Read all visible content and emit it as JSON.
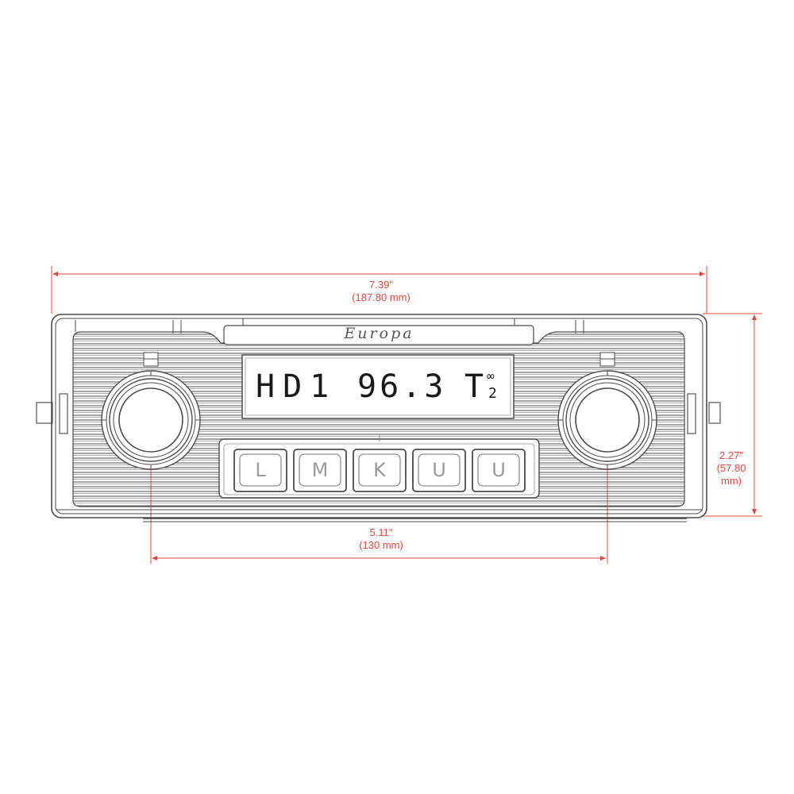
{
  "diagram": {
    "title": "Car radio front view dimension drawing",
    "colors": {
      "dimension_line": "#e0473f",
      "outline": "#4a4a4a",
      "background": "#ffffff",
      "lcd_text": "#1a1a1a"
    },
    "brand_logo": "Europa",
    "display": {
      "band": "HD1",
      "frequency": "96.3",
      "indicator": "T",
      "stereo_symbol": "∞",
      "sub_indicator": "2"
    },
    "preset_buttons": [
      {
        "label": "L"
      },
      {
        "label": "M"
      },
      {
        "label": "K"
      },
      {
        "label": "U"
      },
      {
        "label": "U"
      }
    ],
    "knobs": [
      {
        "position": "left",
        "name": "volume-knob"
      },
      {
        "position": "right",
        "name": "tuning-knob"
      }
    ],
    "dimensions": {
      "width": {
        "inches": "7.39\"",
        "mm": "(187.80 mm)"
      },
      "height": {
        "inches": "2.27\"",
        "mm_line1": "(57.80",
        "mm_line2": "mm)"
      },
      "shaft_spacing": {
        "inches": "5.11\"",
        "mm": "(130 mm)"
      }
    }
  }
}
